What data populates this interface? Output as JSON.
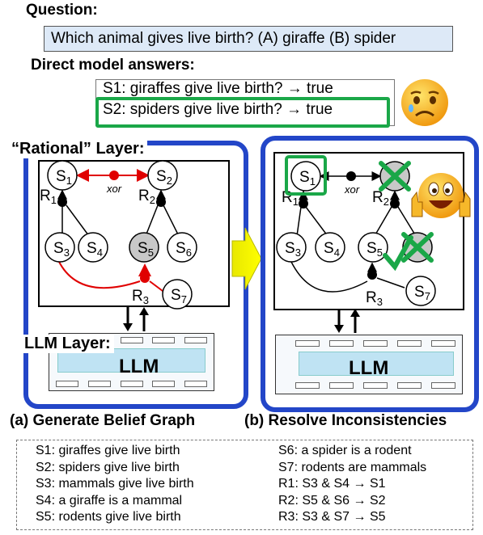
{
  "question_heading": "Question:",
  "question_text": "Which animal gives live birth? (A) giraffe (B) spider",
  "answers_heading": "Direct model answers:",
  "answer_s1": "S1: giraffes give live birth? → true",
  "answer_s2": "S2: spiders give live birth? → true",
  "rational_label": "“Rational” Layer:",
  "llm_layer_label": "LLM Layer:",
  "llm_text": "LLM",
  "xor_label": "xor",
  "nodes": {
    "s1": "S",
    "s2": "S",
    "s3": "S",
    "s4": "S",
    "s5": "S",
    "s6": "S",
    "s7": "S",
    "r1": "R",
    "r2": "R",
    "r3": "R"
  },
  "subs": {
    "s1": "1",
    "s2": "2",
    "s3": "3",
    "s4": "4",
    "s5": "5",
    "s6": "6",
    "s7": "7",
    "r1": "1",
    "r2": "2",
    "r3": "3"
  },
  "caption_a": "(a) Generate Belief Graph",
  "caption_b": "(b) Resolve Inconsistencies",
  "legend": {
    "left": [
      "S1: giraffes give live birth",
      "S2: spiders give live birth",
      "S3: mammals give live birth",
      "S4: a giraffe is a mammal",
      "S5: rodents give live birth"
    ],
    "right": [
      "S6: a spider is a rodent",
      "S7: rodents are mammals",
      "R1: S3 & S4 → S1",
      "R2: S5 & S6 → S2",
      "R3: S3 & S7 → S5"
    ]
  },
  "colors": {
    "blue_frame": "#2346c8",
    "green_box": "#1aa748",
    "red_edge": "#e00000",
    "question_fill": "#dde9f7",
    "arrow_yellow": "#ffff00"
  },
  "icons": [
    "sad-face-icon",
    "happy-face-thumbs-up-icon",
    "check-mark-icon",
    "cross-mark-icon",
    "right-arrow-icon"
  ]
}
